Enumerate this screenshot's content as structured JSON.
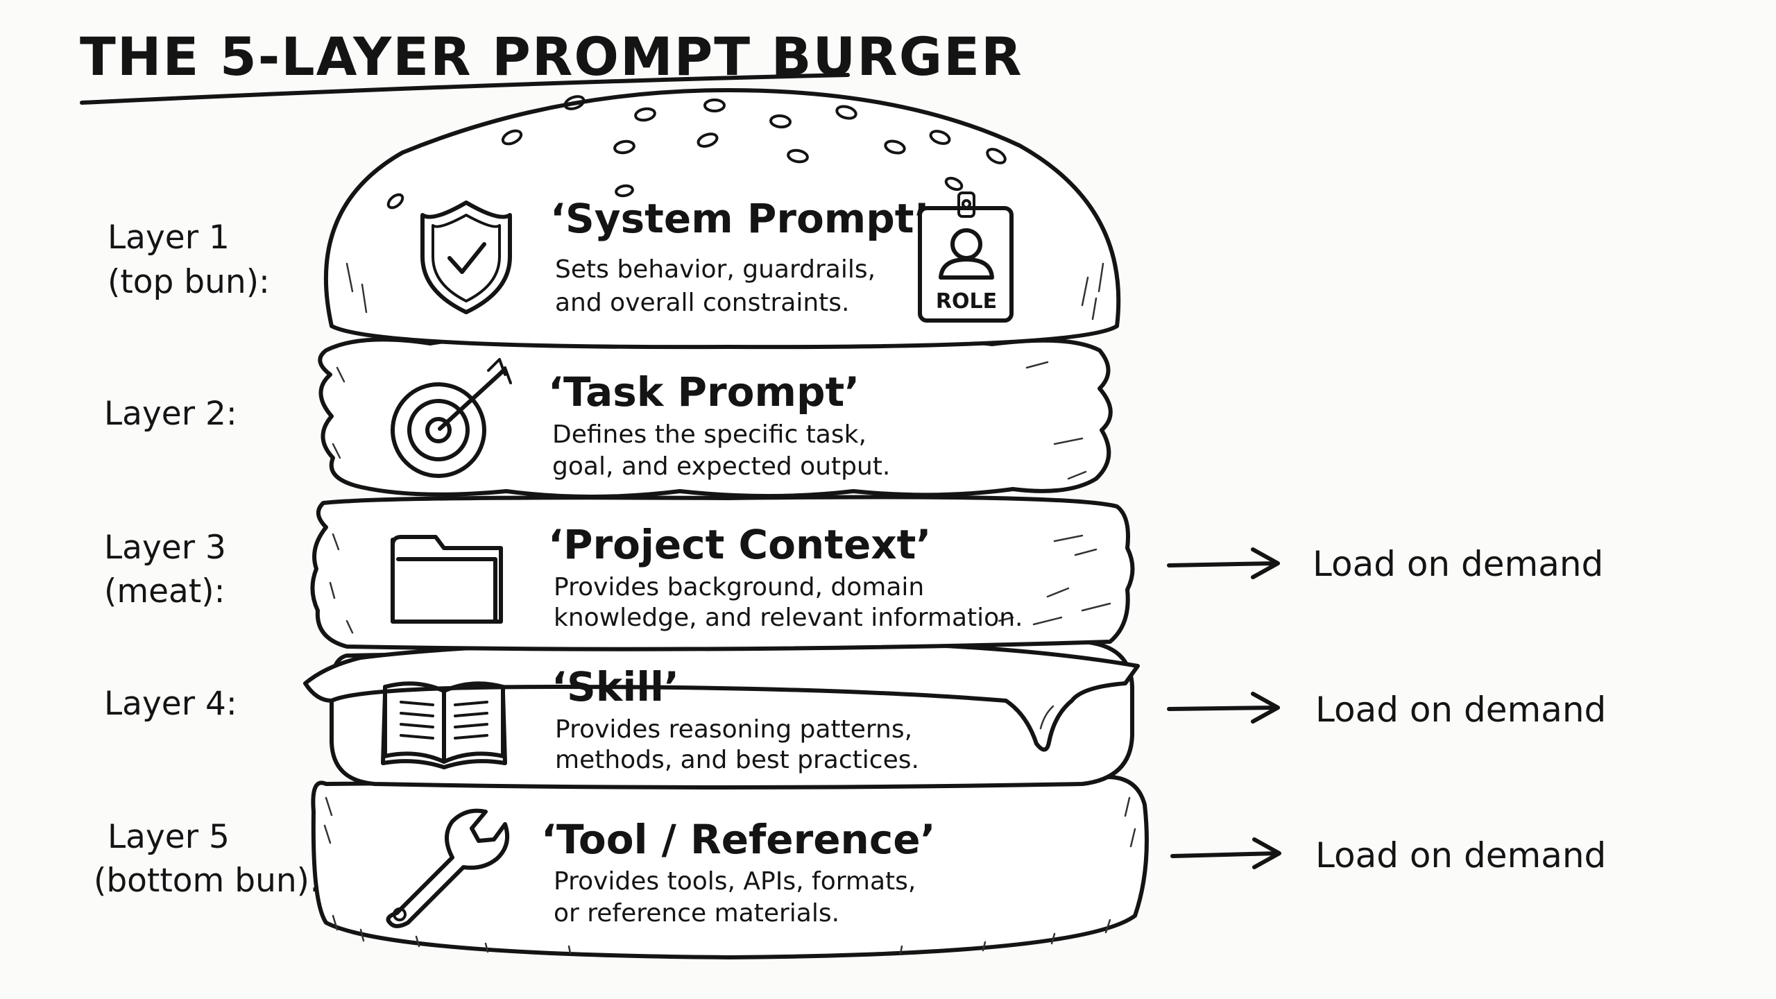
{
  "title": "THE 5-LAYER PROMPT BURGER",
  "layers": [
    {
      "label_line1": "Layer 1",
      "label_line2": "(top bun):",
      "title": "‘System Prompt’",
      "desc_line1": "Sets behavior, guardrails,",
      "desc_line2": "and overall constraints.",
      "icon": "shield-check-icon",
      "badge_text": "ROLE",
      "badge_icon": "role-badge-icon"
    },
    {
      "label_line1": "Layer 2:",
      "label_line2": "",
      "title": "‘Task Prompt’",
      "desc_line1": "Defines the specific task,",
      "desc_line2": "goal, and expected output.",
      "icon": "target-icon"
    },
    {
      "label_line1": "Layer 3",
      "label_line2": "(meat):",
      "title": "‘Project Context’",
      "desc_line1": "Provides background, domain",
      "desc_line2": "knowledge, and relevant information.",
      "icon": "folder-icon",
      "annotation": "Load on demand"
    },
    {
      "label_line1": "Layer 4:",
      "label_line2": "",
      "title": "‘Skill’",
      "desc_line1": "Provides reasoning patterns,",
      "desc_line2": "methods, and best practices.",
      "icon": "open-book-icon",
      "annotation": "Load on demand"
    },
    {
      "label_line1": "Layer 5",
      "label_line2": "(bottom bun):",
      "title": "‘Tool / Reference’",
      "desc_line1": "Provides tools, APIs, formats,",
      "desc_line2": "or reference materials.",
      "icon": "wrench-icon",
      "annotation": "Load on demand"
    }
  ],
  "colors": {
    "ink": "#141414",
    "background": "#fbfbfa"
  }
}
